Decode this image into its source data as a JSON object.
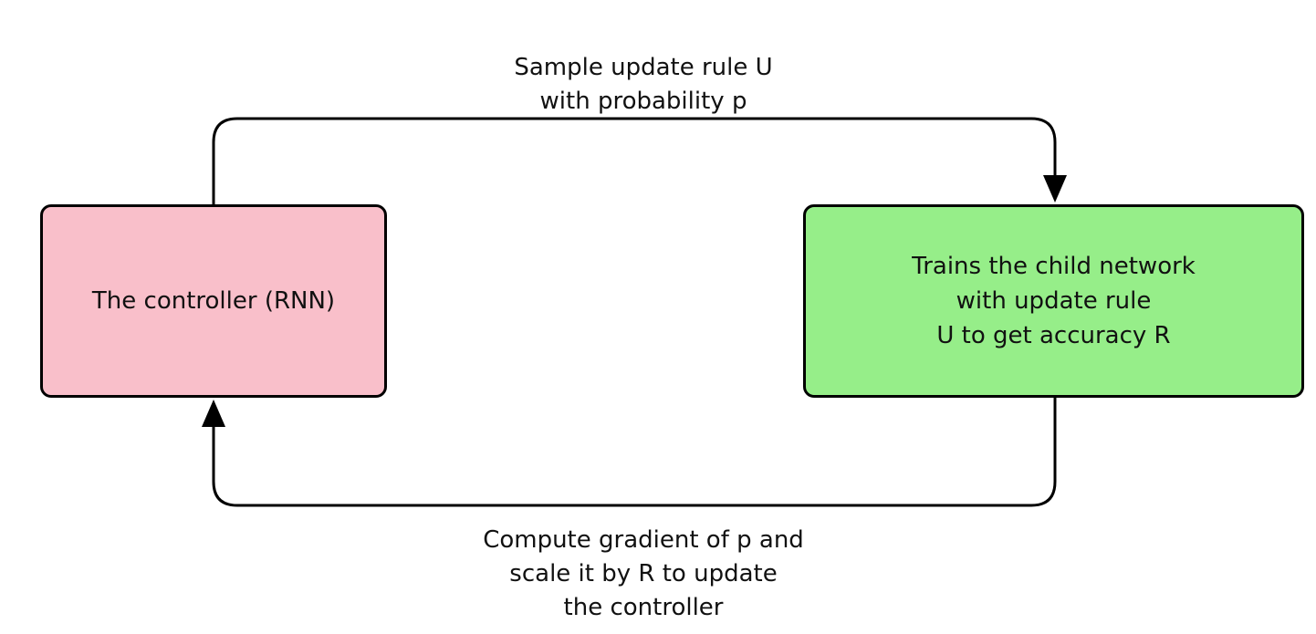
{
  "colors": {
    "controller_fill": "#f9bfca",
    "trainer_fill": "#96ee89",
    "stroke": "#000000"
  },
  "nodes": {
    "controller": {
      "label": "The controller (RNN)"
    },
    "trainer": {
      "lines": [
        "Trains the child network",
        "with update rule",
        "U to get accuracy R"
      ]
    }
  },
  "edges": {
    "sample": {
      "lines": [
        "Sample update rule U",
        "with probability p"
      ]
    },
    "feedback": {
      "lines": [
        "Compute gradient of p and",
        "scale it by R to update",
        "the controller"
      ]
    }
  }
}
